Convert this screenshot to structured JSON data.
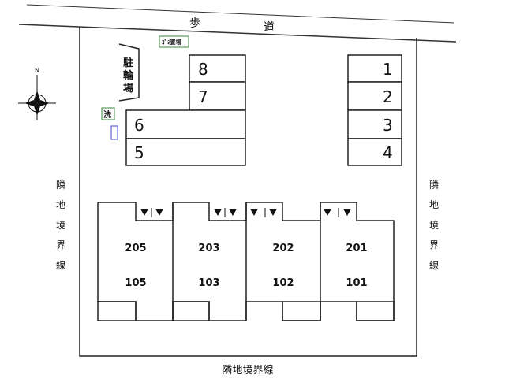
{
  "labels": {
    "sidewalk_char_1": "歩",
    "sidewalk_char_2": "道",
    "bike_parking": [
      "駐",
      "輪",
      "場"
    ],
    "garbage": "ｺﾞﾐ置場",
    "laundry": "洗",
    "north": "N",
    "boundary_left": [
      "隣",
      "地",
      "境",
      "界",
      "線"
    ],
    "boundary_right": [
      "隣",
      "地",
      "境",
      "界",
      "線"
    ],
    "boundary_bottom": "隣地境界線"
  },
  "parking_left": [
    "8",
    "7",
    "6",
    "5"
  ],
  "parking_right": [
    "1",
    "2",
    "3",
    "4"
  ],
  "units": [
    {
      "upper": "205",
      "lower": "105"
    },
    {
      "upper": "203",
      "lower": "103"
    },
    {
      "upper": "202",
      "lower": "102"
    },
    {
      "upper": "201",
      "lower": "101"
    }
  ]
}
